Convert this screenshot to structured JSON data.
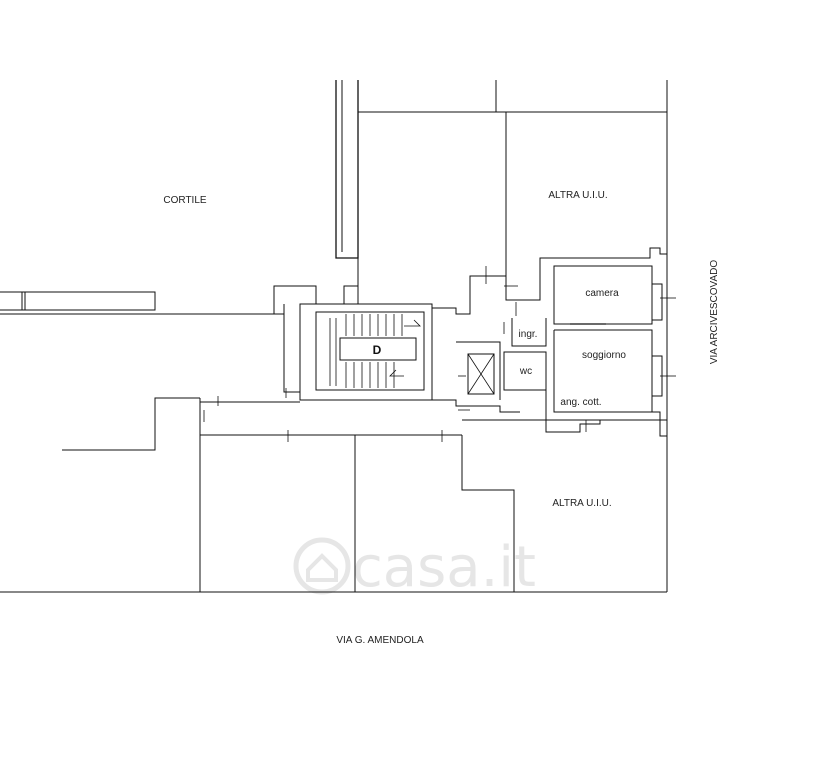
{
  "labels": {
    "courtyard": "CORTILE",
    "other_unit_north": "ALTRA U.I.U.",
    "other_unit_south": "ALTRA U.I.U.",
    "bedroom": "camera",
    "entrance": "ingr.",
    "living_room": "soggiorno",
    "toilet": "wc",
    "kitchen_corner": "ang.  cott.",
    "stair_core": "D",
    "street_south": "VIA G. AMENDOLA",
    "street_east": "VIA ARCIVESCOVADO"
  },
  "watermark": {
    "text": "casa.it",
    "color": "#e6e6e6"
  }
}
